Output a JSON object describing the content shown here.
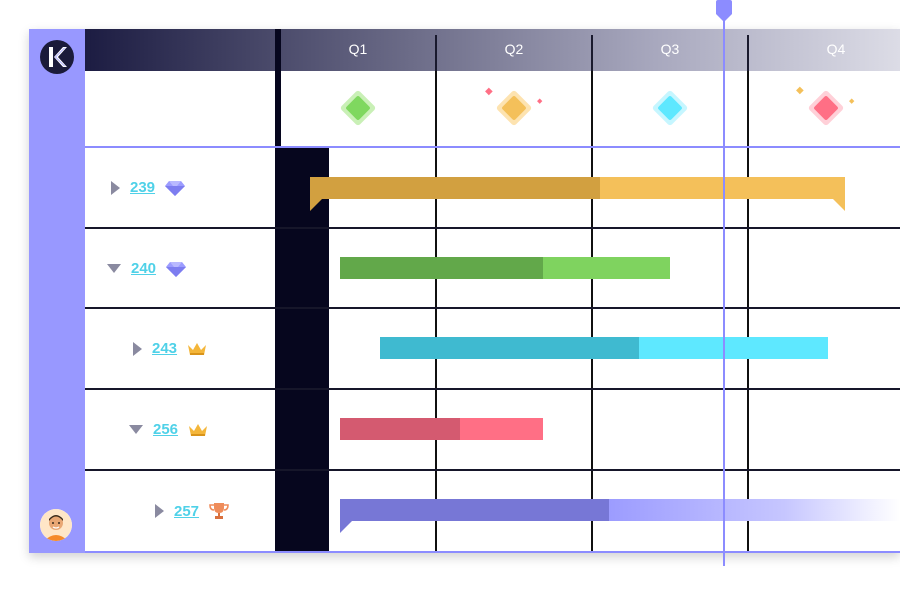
{
  "sidebar": {
    "logo_icon": "k-logo-icon",
    "avatar_icon": "user-avatar-icon"
  },
  "header": {
    "quarters": [
      "Q1",
      "Q2",
      "Q3",
      "Q4"
    ]
  },
  "milestones": [
    {
      "quarter": "Q1",
      "color": "#7fd85f",
      "icon": "diamond-icon"
    },
    {
      "quarter": "Q2",
      "color": "#f4c05a",
      "icon": "diamond-sparkle-icon"
    },
    {
      "quarter": "Q3",
      "color": "#5ee8ff",
      "icon": "diamond-icon"
    },
    {
      "quarter": "Q4",
      "color": "#ff6f85",
      "icon": "diamond-sparkle-icon"
    }
  ],
  "rows": [
    {
      "id": "239",
      "expander": "collapsed",
      "badge_icon": "gem-icon",
      "bar": {
        "done_color": "#d2a040",
        "rest_color": "#f4c05a",
        "progress": 0.55
      }
    },
    {
      "id": "240",
      "expander": "expanded",
      "badge_icon": "gem-icon",
      "bar": {
        "done_color": "#62a84a",
        "rest_color": "#7fd35f",
        "progress": 0.62
      }
    },
    {
      "id": "243",
      "expander": "collapsed",
      "badge_icon": "crown-icon",
      "bar": {
        "done_color": "#3fbad0",
        "rest_color": "#5ee8ff",
        "progress": 0.57
      }
    },
    {
      "id": "256",
      "expander": "expanded",
      "badge_icon": "crown-icon",
      "bar": {
        "done_color": "#d45a70",
        "rest_color": "#ff6f85",
        "progress": 0.59
      }
    },
    {
      "id": "257",
      "expander": "collapsed",
      "badge_icon": "trophy-icon",
      "bar": {
        "done_color": "#7777d6",
        "rest_color": "#9c9cff",
        "progress": 0.49
      }
    }
  ],
  "colors": {
    "sidebar": "#9898ff",
    "today_line": "#8c8cff",
    "link": "#4fd1e8"
  }
}
